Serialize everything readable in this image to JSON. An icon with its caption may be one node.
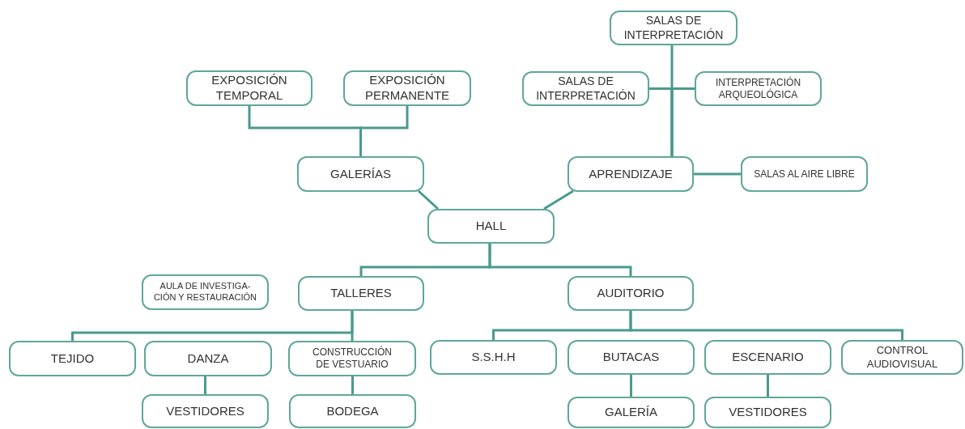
{
  "diagram": {
    "nodes": [
      {
        "text": [
          "SALAS DE INTERPRETACIÓN"
        ]
      },
      {
        "text": [
          "EXPOSICIÓN TEMPORAL"
        ]
      },
      {
        "text": [
          "EXPOSICIÓN PERMANENTE"
        ]
      },
      {
        "text": [
          "SALAS DE INTERPRETACIÓN"
        ]
      },
      {
        "text": [
          "INTERPRETACIÓN ARQUEOLÓGICA"
        ]
      },
      {
        "text": [
          "GALERÍAS"
        ]
      },
      {
        "text": [
          "APRENDIZAJE"
        ]
      },
      {
        "text": [
          "SALAS AL AIRE LIBRE"
        ]
      },
      {
        "text": [
          "HALL"
        ]
      },
      {
        "text": [
          "AULA DE INVESTIGA- CIÓN Y RESTAURACIÓN"
        ]
      },
      {
        "text": [
          "TALLERES"
        ]
      },
      {
        "text": [
          "AUDITORIO"
        ]
      },
      {
        "text": [
          "TEJIDO"
        ]
      },
      {
        "text": [
          "DANZA"
        ]
      },
      {
        "text": [
          "CONSTRUCCIÓN DE VESTUARIO"
        ]
      },
      {
        "text": [
          "S.S.H.H"
        ]
      },
      {
        "text": [
          "BUTACAS"
        ]
      },
      {
        "text": [
          "ESCENARIO"
        ]
      },
      {
        "text": [
          "CONTROL AUDIOVISUAL"
        ]
      },
      {
        "text": [
          "VESTIDORES"
        ]
      },
      {
        "text": [
          "BODEGA"
        ]
      },
      {
        "text": [
          "GALERÍA"
        ]
      },
      {
        "text": [
          "VESTIDORES"
        ]
      }
    ],
    "edges": [
      {
        "from": 5,
        "to": 1,
        "arrow": "none"
      },
      {
        "from": 5,
        "to": 2,
        "arrow": "none"
      },
      {
        "from": 6,
        "to": 0,
        "arrow": "none"
      },
      {
        "from": 6,
        "to": 3,
        "arrow": "none"
      },
      {
        "from": 6,
        "to": 4,
        "arrow": "none"
      },
      {
        "from": 6,
        "to": 7,
        "arrow": "none"
      },
      {
        "from": 8,
        "to": 5,
        "arrow": "none"
      },
      {
        "from": 8,
        "to": 6,
        "arrow": "none"
      },
      {
        "from": 8,
        "to": 10,
        "arrow": "none"
      },
      {
        "from": 8,
        "to": 11,
        "arrow": "none"
      },
      {
        "from": 10,
        "to": 12,
        "arrow": "none"
      },
      {
        "from": 10,
        "to": 14,
        "arrow": "none"
      },
      {
        "from": 13,
        "to": 19,
        "arrow": "none"
      },
      {
        "from": 14,
        "to": 20,
        "arrow": "none"
      },
      {
        "from": 11,
        "to": 15,
        "arrow": "none"
      },
      {
        "from": 11,
        "to": 18,
        "arrow": "none"
      },
      {
        "from": 16,
        "to": 21,
        "arrow": "none"
      },
      {
        "from": 17,
        "to": 22,
        "arrow": "none"
      }
    ]
  }
}
